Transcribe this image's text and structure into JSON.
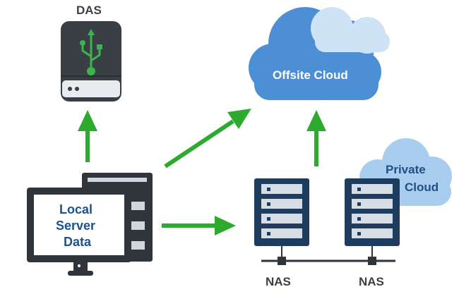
{
  "labels": {
    "das": "DAS",
    "offsite_cloud": "Offsite Cloud",
    "private_cloud_line1": "Private",
    "private_cloud_line2": "Cloud",
    "local_line1": "Local",
    "local_line2": "Server",
    "local_line3": "Data",
    "nas_1": "NAS",
    "nas_2": "NAS"
  },
  "colors": {
    "arrow": "#2eaa2e",
    "cloud_main": "#4d8fd4",
    "cloud_light": "#cfe3f7",
    "private_cloud": "#a9cdef",
    "server_dark": "#1d3c5e",
    "server_slot": "#d6dde5",
    "monitor_dark": "#2f353b",
    "drive_dark": "#3a3f45",
    "usb_green": "#3bb54a"
  },
  "icons": [
    "usb-icon",
    "drive-icon",
    "cloud-icon",
    "server-rack-icon",
    "monitor-icon",
    "server-tower-icon"
  ]
}
